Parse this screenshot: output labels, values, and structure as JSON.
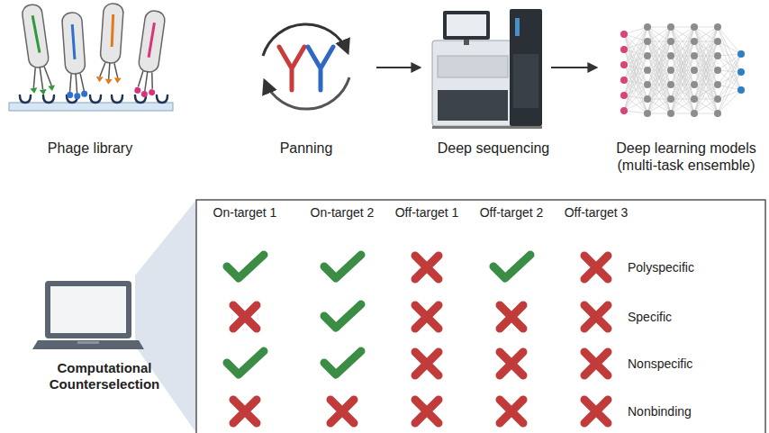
{
  "diagram": {
    "labels": [
      "Phage library",
      "Panning",
      "Deep sequencing",
      "Deep learning models (multi-task ensemble)",
      "Computational Counterselection",
      "On-target 1",
      "On-target 2",
      "Off-target 1",
      "Off-target 2",
      "Off-target 3",
      "Polyspecific",
      "Specific",
      "Nonspecific",
      "Nonbinding"
    ]
  }
}
